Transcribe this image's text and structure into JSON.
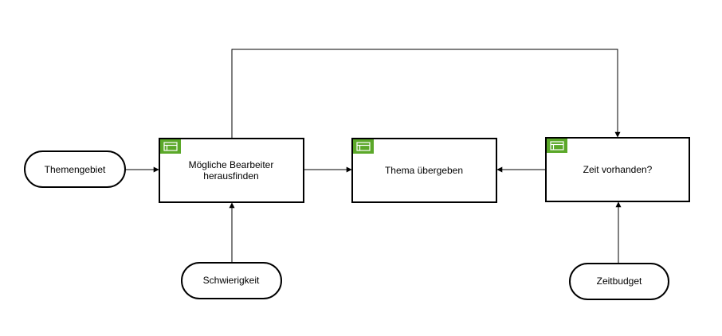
{
  "diagram": {
    "nodes": {
      "themengebiet": {
        "label": "Themengebiet"
      },
      "bearbeiter": {
        "label_line1": "Mögliche Bearbeiter",
        "label_line2": "herausfinden",
        "icon": "table-icon"
      },
      "thema": {
        "label": "Thema übergeben",
        "icon": "table-icon"
      },
      "zeit": {
        "label": "Zeit vorhanden?",
        "icon": "table-icon"
      },
      "schwierigkeit": {
        "label": "Schwierigkeit"
      },
      "zeitbudget": {
        "label": "Zeitbudget"
      }
    },
    "colors": {
      "icon_green": "#5ba829",
      "stroke": "#000000"
    }
  }
}
